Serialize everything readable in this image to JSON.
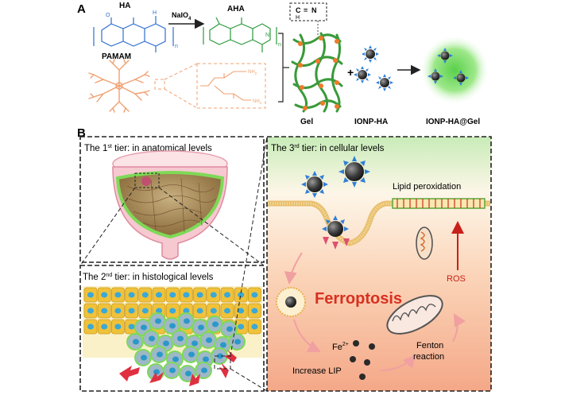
{
  "panel_a": {
    "letter": "A",
    "ha": "HA",
    "naio4": "NaIO",
    "naio4_sub": "4",
    "aha": "AHA",
    "pamam": "PAMAM",
    "imine_c": "C",
    "imine_eq": "=",
    "imine_n": "N",
    "imine_h": "H",
    "n_label": "n",
    "nh2": "NH",
    "nh2_sub": "2",
    "n_atom": "N",
    "h_atom": "H",
    "o_atom": "O",
    "plus": "+",
    "gel": "Gel",
    "ionp_ha": "IONP-HA",
    "ionp_ha_gel": "IONP-HA@Gel"
  },
  "panel_b": {
    "letter": "B",
    "tier1_pre": "The 1",
    "tier1_sup": "st",
    "tier1_post": " tier: in anatomical levels",
    "tier2_pre": "The 2",
    "tier2_sup": "nd",
    "tier2_post": " tier: in histological levels",
    "tier3_pre": "The 3",
    "tier3_sup": "rd",
    "tier3_post": " tier: in cellular levels",
    "lipid_peroxidation": "Lipid peroxidation",
    "ferroptosis": "Ferroptosis",
    "ros": "ROS",
    "fe": "Fe",
    "fe_sup": "2+",
    "increase_lip": "Increase LIP",
    "fenton_1": "Fenton",
    "fenton_2": "reaction"
  },
  "colors": {
    "ha_blue": "#2f6fcf",
    "aha_green": "#2d9a3e",
    "pamam_orange": "#f0a070",
    "gel_green": "#3a9a3a",
    "ferroptosis_red": "#d83020",
    "ros_red": "#c8201a",
    "tissue_green": "#7ed957",
    "cell_yellow": "#f0c23a",
    "nucleus_blue": "#3aa8d8"
  }
}
